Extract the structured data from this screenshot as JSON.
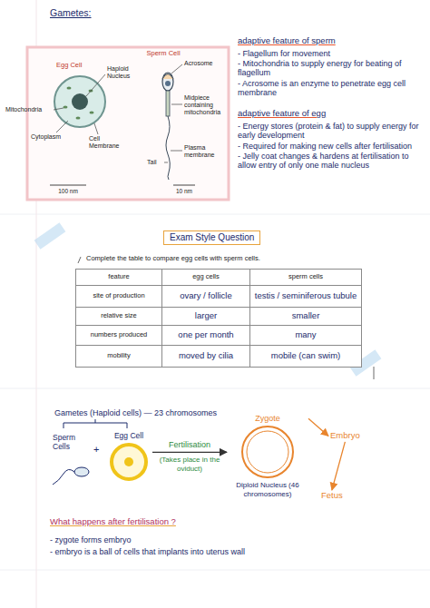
{
  "diagram": {
    "title": "Gametes:",
    "nodes": [
      {
        "text": [
          "Exam Style Question"
        ]
      },
      {
        "text": [
          "Egg Cell"
        ]
      },
      {
        "text": [
          "Zygote",
          "Diploid Nucleus (46 chromosomes)"
        ]
      },
      {
        "text": [
          "Embryo"
        ]
      },
      {
        "text": [
          "Fetus"
        ]
      }
    ],
    "edges": [
      {
        "from": 1,
        "to": 2,
        "arrow": "to",
        "label": "Fertilisation"
      },
      {
        "from": 2,
        "to": 3,
        "arrow": "to"
      },
      {
        "from": 3,
        "to": 4,
        "arrow": "to"
      }
    ],
    "labels": [
      "Sperm Cell",
      "Acrosome",
      "Egg Cell",
      "Haploid Nucleus",
      "Mitochondria",
      "Midpiece containing mitochondria",
      "Cytoplasm",
      "Cell Membrane",
      "Tail",
      "Plasma membrane",
      "100 nm",
      "10 nm",
      "adaptive feature of sperm",
      "- Flagellum for movement",
      "- Mitochondria to supply energy for beating of flagellum",
      "- Acrosome is an enzyme to penetrate egg cell membrane",
      "adaptive feature of egg",
      "- Energy stores (protein & fat) to supply energy for early development",
      "- Required for making new cells after fertilisation",
      "- Jelly coat changes & hardens at fertilisation to allow entry of only one male nucleus",
      "Complete the table to compare egg cells with sperm cells.",
      "feature",
      "egg cells",
      "sperm cells",
      "site of production",
      "ovary / follicle",
      "testis / seminiferous tubule",
      "relative size",
      "larger",
      "smaller",
      "numbers produced",
      "one per month",
      "many",
      "mobility",
      "moved by cilia",
      "mobile (can swim)",
      "Gametes (Haploid cells) — 23 chromosomes",
      "Sperm Cells",
      "+",
      "(Takes place in the oviduct)",
      "What happens after fertilisation ?",
      "- zygote forms embryo",
      "- embryo is a ball of cells that implants into uterus wall"
    ]
  }
}
